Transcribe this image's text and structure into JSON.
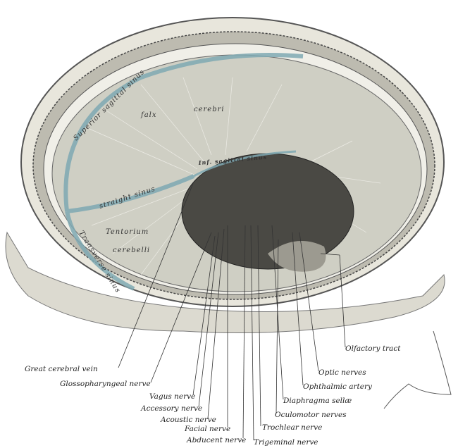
{
  "figure": {
    "inner_labels": {
      "superior_sagittal_sinus": "Superior sagittal sinus",
      "falx_cerebri_1": "falx",
      "falx_cerebri_2": "cerebri",
      "inferior_sagittal_sinus": "Inf. sagittal sinus",
      "straight_sinus": "straight sinus",
      "tentorium_1": "Tentorium",
      "tentorium_2": "cerebelli",
      "transverse_sinus": "Transverse sinus"
    },
    "callouts": [
      {
        "label": "Great cerebral vein"
      },
      {
        "label": "Glossopharyngeal nerve"
      },
      {
        "label": "Vagus nerve"
      },
      {
        "label": "Accessory nerve"
      },
      {
        "label": "Acoustic nerve"
      },
      {
        "label": "Facial nerve"
      },
      {
        "label": "Abducent nerve"
      },
      {
        "label": "Trigeminal nerve"
      },
      {
        "label": "Trochlear nerve"
      },
      {
        "label": "Oculomotor nerves"
      },
      {
        "label": "Diaphragma sellæ"
      },
      {
        "label": "Ophthalmic artery"
      },
      {
        "label": "Optic nerves"
      },
      {
        "label": "Olfactory tract"
      }
    ],
    "colors": {
      "sinus": "#7fa9b3",
      "dura": "#cfcfc4",
      "cavity": "#4a4944",
      "bone": "#e8e6dc"
    }
  }
}
